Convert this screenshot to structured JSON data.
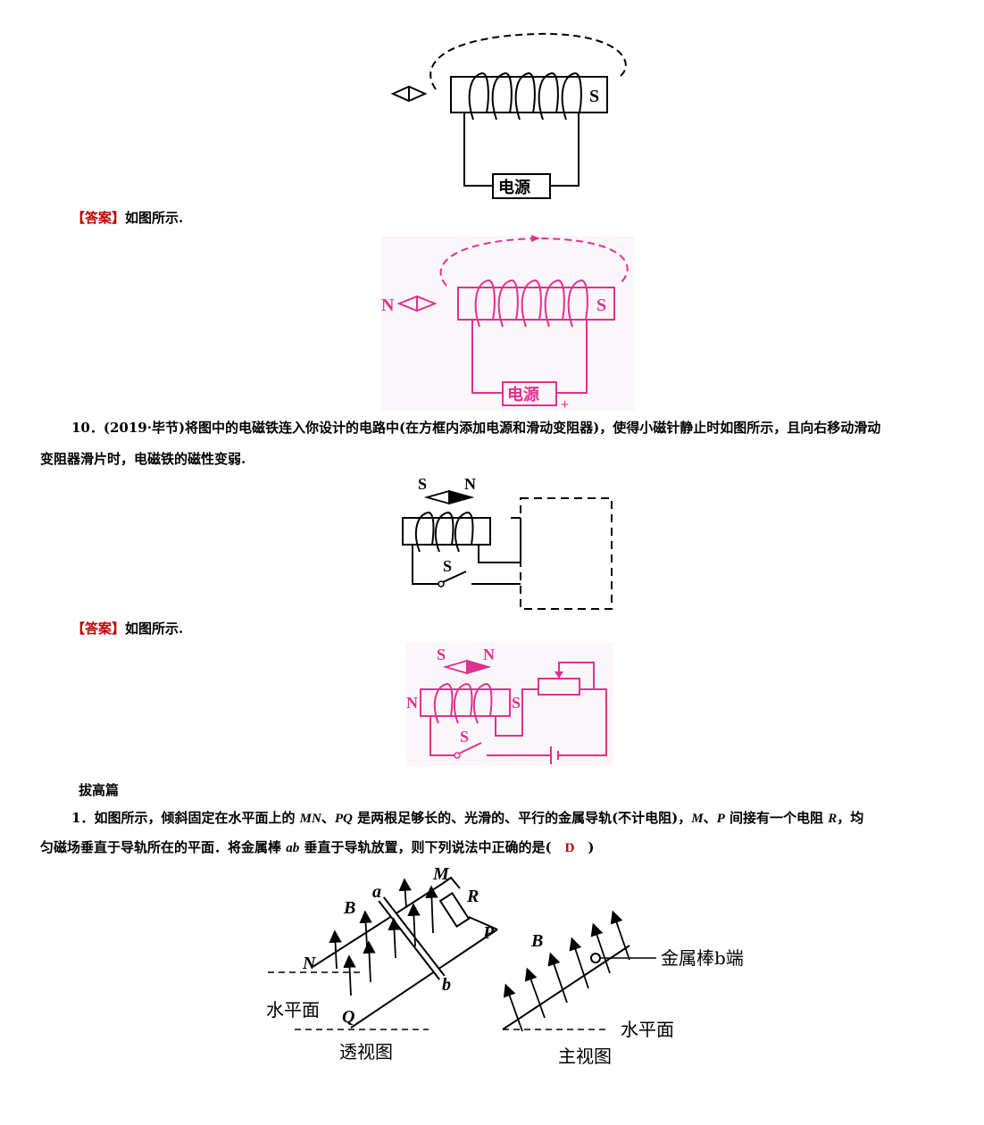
{
  "fig1": {
    "label_s": "S",
    "power": "电源"
  },
  "answer1": {
    "tag": "【答案】",
    "text": "如图所示."
  },
  "fig2": {
    "label_n": "N",
    "label_s": "S",
    "power": "电源",
    "plus": "+"
  },
  "q10": {
    "number": "10．",
    "line1": "(2019·毕节)将图中的电磁铁连入你设计的电路中(在方框内添加电源和滑动变阻器)，使得小磁针静止时如图所示，且向右移动滑动",
    "line2": "变阻器滑片时，电磁铁的磁性变弱."
  },
  "fig3": {
    "needle_s": "S",
    "needle_n": "N",
    "switch": "S"
  },
  "answer2": {
    "tag": "【答案】",
    "text": "如图所示."
  },
  "fig4": {
    "needle_s": "S",
    "needle_n": "N",
    "pole_n": "N",
    "pole_s": "S",
    "switch": "S"
  },
  "section": {
    "title": "拔高篇"
  },
  "q1": {
    "number": "1．",
    "p1": "如图所示，倾斜固定在水平面上的 ",
    "mn": "MN",
    "sep1": "、",
    "pq": "PQ",
    "p2": " 是两根足够长的、光滑的、平行的金属导轨(不计电阻)，",
    "m": "M",
    "sep2": "、",
    "p": "P",
    "p3": " 间接有一个电阻 ",
    "r": "R",
    "p4": "，均",
    "p5": "匀磁场垂直于导轨所在的平面．将金属棒 ",
    "ab": "ab",
    "p6": " 垂直于导轨放置，则下列说法中正确的是(　",
    "answer": "D",
    "p7": "　)"
  },
  "fig5": {
    "labels": {
      "m": "M",
      "r": "R",
      "a": "a",
      "b_field": "B",
      "p": "P",
      "n": "N",
      "b_end": "b",
      "q": "Q"
    },
    "horizontal": "水平面",
    "caption": "透视图"
  },
  "fig6": {
    "b_field": "B",
    "rod_end": "金属棒b端",
    "horizontal": "水平面",
    "caption": "主视图"
  }
}
